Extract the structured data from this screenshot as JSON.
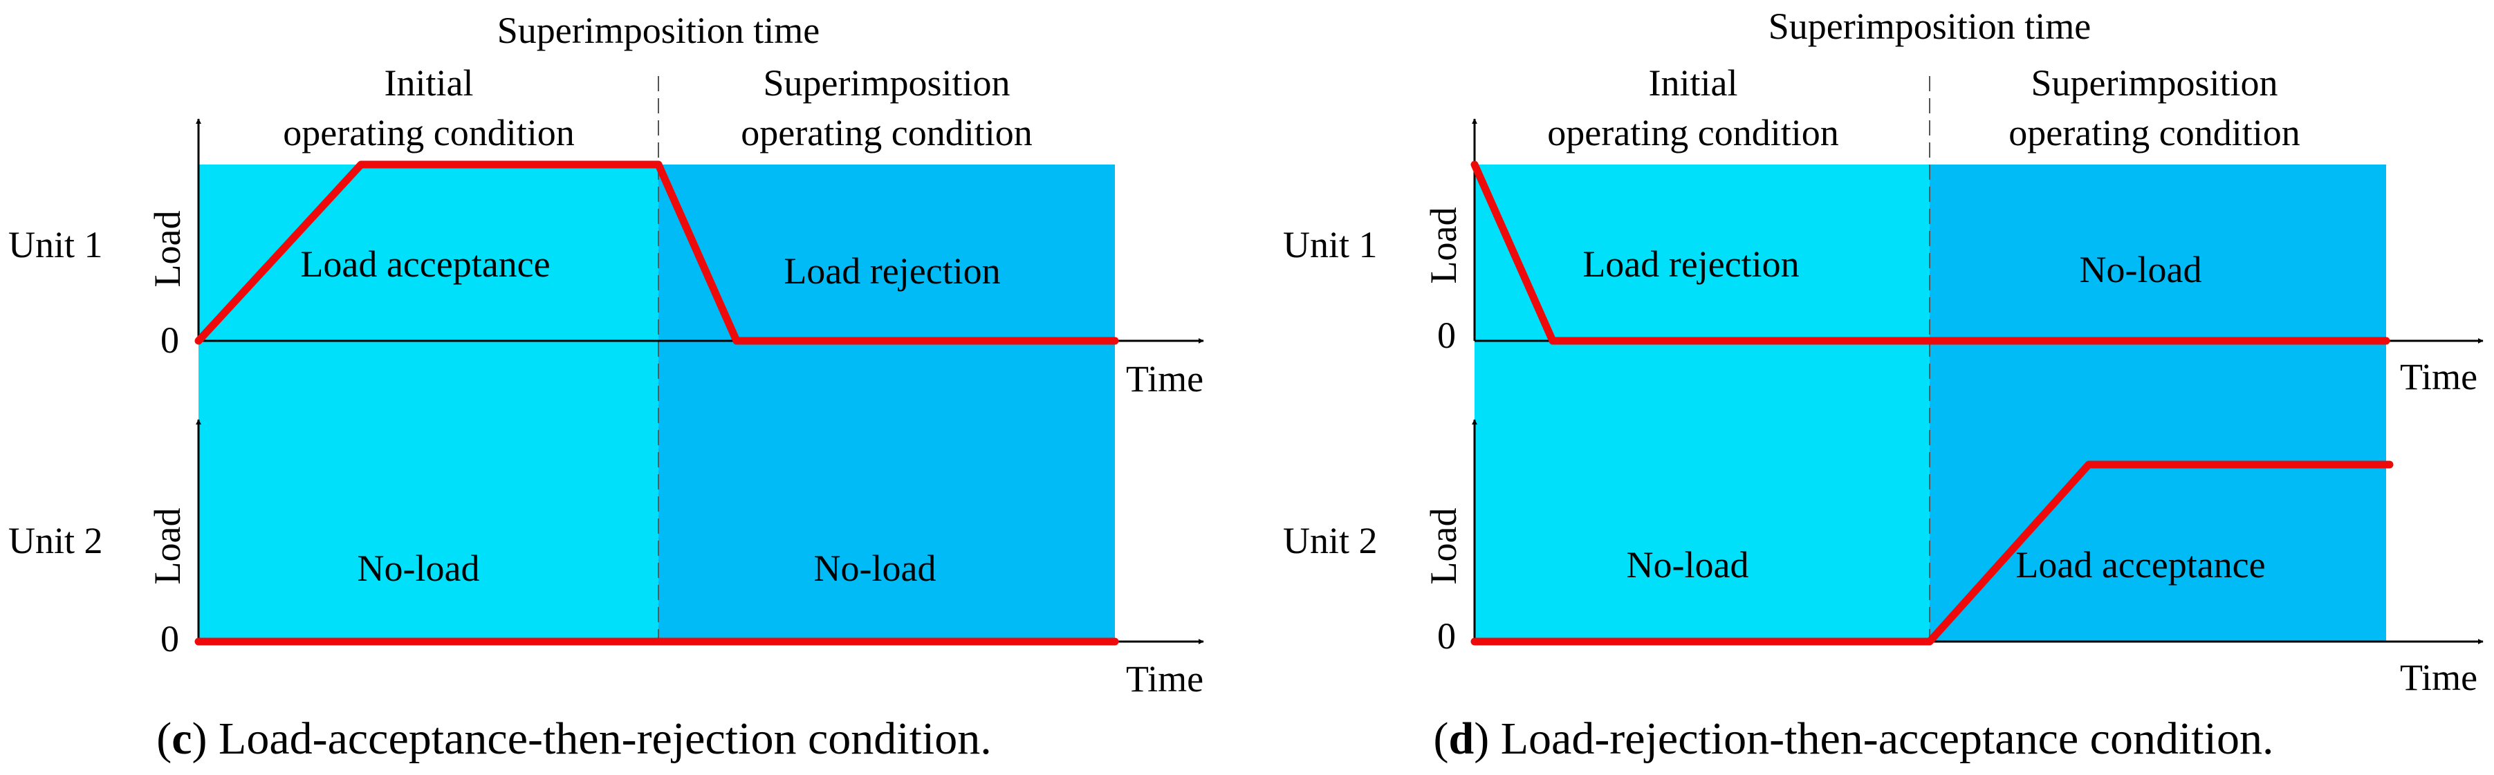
{
  "colors": {
    "initial_bg": "#00E0FA",
    "superimposition_bg": "#00BBF5",
    "load_line": "#EE0A0A",
    "axis": "#000000"
  },
  "panel_c": {
    "header": "Superimposition time",
    "initial_title_1": "Initial",
    "initial_title_2": "operating condition",
    "super_title_1": "Superimposition",
    "super_title_2": "operating condition",
    "unit1": {
      "name": "Unit 1",
      "axis_label": "Load",
      "zero": "0",
      "time_label": "Time",
      "initial_state": "Load acceptance",
      "super_state": "Load rejection"
    },
    "unit2": {
      "name": "Unit 2",
      "axis_label": "Load",
      "zero": "0",
      "time_label": "Time",
      "initial_state": "No-load",
      "super_state": "No-load"
    },
    "caption_letter": "c",
    "caption_text": " Load-acceptance-then-rejection condition."
  },
  "panel_d": {
    "header": "Superimposition time",
    "initial_title_1": "Initial",
    "initial_title_2": "operating condition",
    "super_title_1": "Superimposition",
    "super_title_2": "operating condition",
    "unit1": {
      "name": "Unit 1",
      "axis_label": "Load",
      "zero": "0",
      "time_label": "Time",
      "initial_state": "Load rejection",
      "super_state": "No-load"
    },
    "unit2": {
      "name": "Unit 2",
      "axis_label": "Load",
      "zero": "0",
      "time_label": "Time",
      "initial_state": "No-load",
      "super_state": "Load acceptance"
    },
    "caption_letter": "d",
    "caption_text": " Load-rejection-then-acceptance condition."
  }
}
